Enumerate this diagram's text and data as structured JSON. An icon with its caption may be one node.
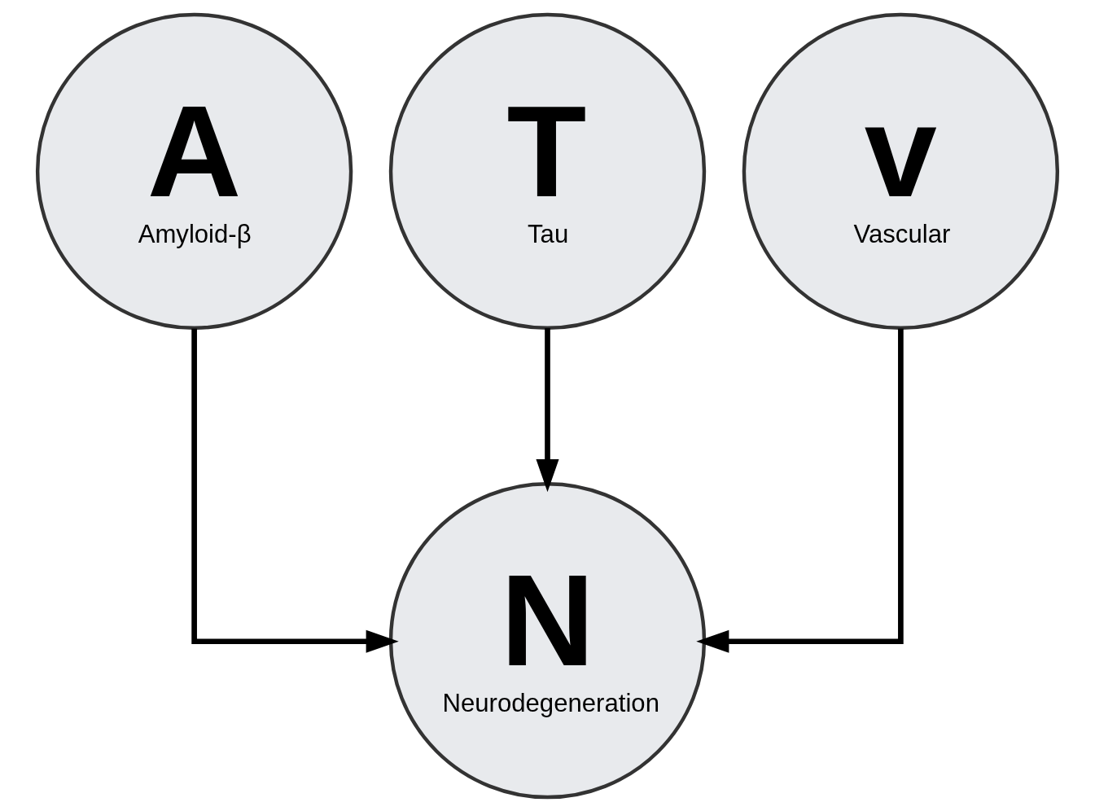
{
  "diagram": {
    "nodes": [
      {
        "text": [
          "A",
          "Amyloid-β"
        ]
      },
      {
        "text": [
          "T",
          "Tau"
        ]
      },
      {
        "text": [
          "v",
          "Vascular"
        ]
      },
      {
        "text": [
          "N",
          "Neurodegeneration"
        ]
      }
    ],
    "edges": [
      {
        "from": 0,
        "to": 3,
        "arrow": "to"
      },
      {
        "from": 1,
        "to": 3,
        "arrow": "to"
      },
      {
        "from": 2,
        "to": 3,
        "arrow": "to"
      }
    ]
  }
}
